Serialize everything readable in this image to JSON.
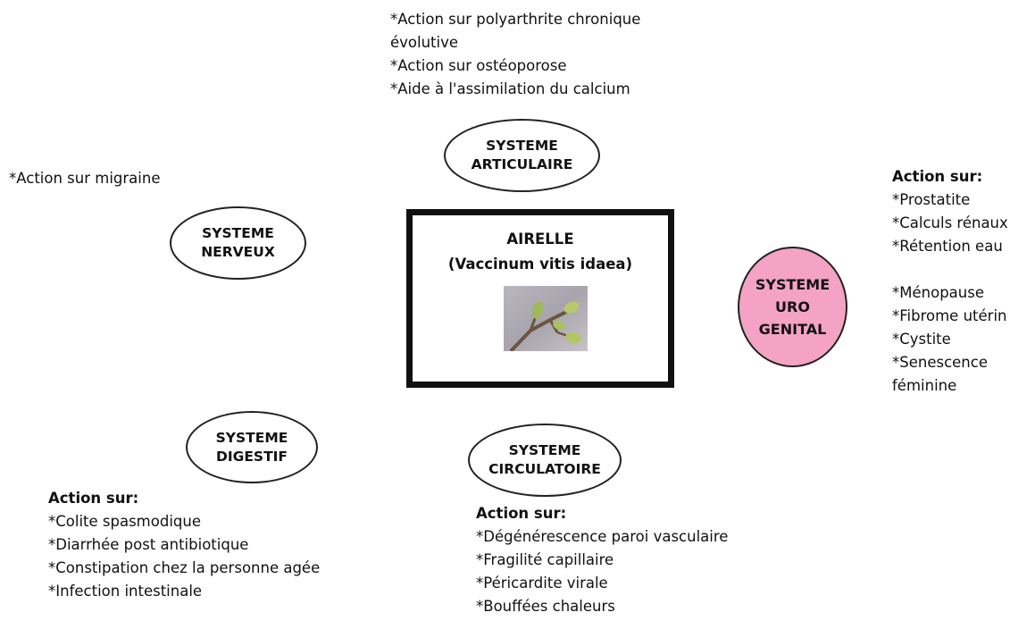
{
  "center": {
    "title": "AIRELLE",
    "subtitle": "(Vaccinum vitis idaea)",
    "image_icon": "plant-bud-photo"
  },
  "systems": {
    "articulaire": {
      "line1": "SYSTEME",
      "line2": "ARTICULAIRE",
      "effects": [
        "*Action sur polyarthrite chronique",
        "évolutive",
        "*Action sur ostéoporose",
        "*Aide à l'assimilation du calcium"
      ]
    },
    "nerveux": {
      "line1": "SYSTEME",
      "line2": "NERVEUX",
      "effects": [
        "*Action sur migraine"
      ]
    },
    "uro_genital": {
      "line1": "SYSTEME",
      "line2": "URO",
      "line3": "GENITAL",
      "color": "#f4a3c4",
      "heading": "Action sur:",
      "effects": [
        "*Prostatite",
        "*Calculs rénaux",
        "*Rétention eau",
        "*Ménopause",
        "*Fibrome utérin",
        "*Cystite",
        "*Senescence",
        "féminine"
      ]
    },
    "digestif": {
      "line1": "SYSTEME",
      "line2": "DIGESTIF",
      "heading": "Action sur:",
      "effects": [
        "*Colite spasmodique",
        "*Diarrhée post antibiotique",
        "*Constipation chez la personne agée",
        "*Infection intestinale"
      ]
    },
    "circulatoire": {
      "line1": "SYSTEME",
      "line2": "CIRCULATOIRE",
      "heading": "Action sur:",
      "effects": [
        "*Dégénérescence paroi vasculaire",
        "*Fragilité capillaire",
        "*Péricardite virale",
        "*Bouffées chaleurs"
      ]
    }
  }
}
